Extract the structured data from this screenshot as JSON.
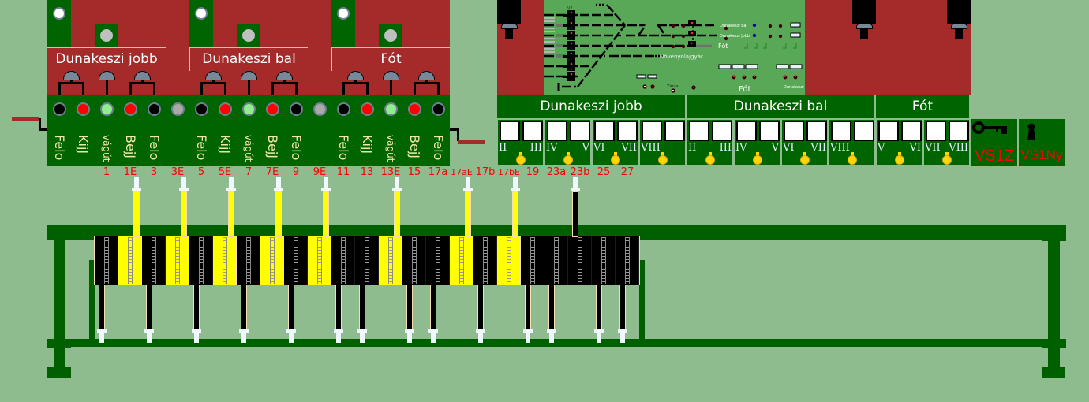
{
  "colors": {
    "background": "#8fbc8f",
    "panel_red": "#a52a2a",
    "panel_green": "#006400",
    "diagram_green": "#58a858",
    "lamp_off": "#000000",
    "lamp_red": "#ff0000",
    "lamp_green": "#90ee90",
    "lamp_gray": "#a9a9a9",
    "lamp_white": "#ffffff",
    "lamp_lightgray": "#c0c0c0",
    "lever_yellow": "#ffff00",
    "lever_black": "#000000",
    "number_text": "#ff0000",
    "knob": "#ffd700",
    "key_label": "#ff0000"
  },
  "left_panel": {
    "sections": [
      {
        "name": "Dunakeszi jobb",
        "lamps": [
          "lamp_white",
          "lamp_lightgray"
        ]
      },
      {
        "name": "Dunakeszi bal",
        "lamps": [
          "lamp_white",
          "lamp_lightgray"
        ]
      },
      {
        "name": "Fót",
        "lamps": [
          "lamp_white",
          "lamp_lightgray"
        ]
      }
    ],
    "indicators": [
      {
        "label": "Felo",
        "state": "lamp_off"
      },
      {
        "label": "KijJ",
        "state": "lamp_red"
      },
      {
        "label": "vágút",
        "state": "lamp_green",
        "small": true
      },
      {
        "label": "BejJ",
        "state": "lamp_red"
      },
      {
        "label": "Felo",
        "state": "lamp_off"
      },
      {
        "label": "",
        "state": "lamp_gray"
      },
      {
        "label": "Felo",
        "state": "lamp_off"
      },
      {
        "label": "KijJ",
        "state": "lamp_red"
      },
      {
        "label": "vágút",
        "state": "lamp_green",
        "small": true
      },
      {
        "label": "BejJ",
        "state": "lamp_red"
      },
      {
        "label": "Felo",
        "state": "lamp_off"
      },
      {
        "label": "",
        "state": "lamp_gray"
      },
      {
        "label": "Felo",
        "state": "lamp_off"
      },
      {
        "label": "KijJ",
        "state": "lamp_red"
      },
      {
        "label": "vágút",
        "state": "lamp_green",
        "small": true
      },
      {
        "label": "BejJ",
        "state": "lamp_red"
      },
      {
        "label": "Felo",
        "state": "lamp_off"
      }
    ]
  },
  "lever_frame": {
    "levers": [
      {
        "number": "1",
        "bar": "lever_black",
        "position": "down"
      },
      {
        "number": "1E",
        "bar": "lever_yellow",
        "position": "up"
      },
      {
        "number": "3",
        "bar": "lever_black",
        "position": "down"
      },
      {
        "number": "3E",
        "bar": "lever_yellow",
        "position": "up"
      },
      {
        "number": "5",
        "bar": "lever_black",
        "position": "down"
      },
      {
        "number": "5E",
        "bar": "lever_yellow",
        "position": "up"
      },
      {
        "number": "7",
        "bar": "lever_black",
        "position": "down"
      },
      {
        "number": "7E",
        "bar": "lever_yellow",
        "position": "up"
      },
      {
        "number": "9",
        "bar": "lever_black",
        "position": "down"
      },
      {
        "number": "9E",
        "bar": "lever_yellow",
        "position": "up"
      },
      {
        "number": "11",
        "bar": "lever_black",
        "position": "down"
      },
      {
        "number": "13",
        "bar": "lever_black",
        "position": "down"
      },
      {
        "number": "13E",
        "bar": "lever_yellow",
        "position": "up"
      },
      {
        "number": "15",
        "bar": "lever_black",
        "position": "down"
      },
      {
        "number": "17a",
        "bar": "lever_black",
        "position": "down"
      },
      {
        "number": "17aE",
        "bar": "lever_yellow",
        "position": "up"
      },
      {
        "number": "17b",
        "bar": "lever_black",
        "position": "down"
      },
      {
        "number": "17bE",
        "bar": "lever_yellow",
        "position": "up"
      },
      {
        "number": "19",
        "bar": "lever_black",
        "position": "down"
      },
      {
        "number": "23a",
        "bar": "lever_black",
        "position": "down"
      },
      {
        "number": "23b",
        "bar": "lever_black",
        "position": "up"
      },
      {
        "number": "25",
        "bar": "lever_black",
        "position": "down"
      },
      {
        "number": "27",
        "bar": "lever_black",
        "position": "down"
      }
    ]
  },
  "control_panel": {
    "track_diagram": {
      "tracks": [
        {
          "signal": "V2"
        },
        {
          "signal": "V3"
        },
        {
          "signal": "V4"
        },
        {
          "signal": "V5"
        },
        {
          "signal": "V6"
        },
        {
          "signal": "V7"
        },
        {
          "signal": "V8"
        }
      ],
      "labels": {
        "dunakeszi_bal": "Dunakeszi bal",
        "dunakeszi_jobb": "Dunakeszi jobb",
        "fot_track": "Fót",
        "novenyolajgyar": "Növényolajgyár",
        "fot_large": "Fót",
        "dunakeszi": "Dunakeszi",
        "zarva": "Zárva"
      }
    },
    "sections": [
      {
        "name": "Dunakeszi jobb",
        "groups": [
          {
            "left": "II",
            "right": "III"
          },
          {
            "left": "IV",
            "right": "V"
          },
          {
            "left": "VI",
            "right": "VII"
          },
          {
            "left": "VIII",
            "right": ""
          }
        ]
      },
      {
        "name": "Dunakeszi bal",
        "groups": [
          {
            "left": "II",
            "right": "III"
          },
          {
            "left": "IV",
            "right": "V"
          },
          {
            "left": "VI",
            "right": "VII"
          },
          {
            "left": "VIII",
            "right": ""
          }
        ]
      },
      {
        "name": "Fót",
        "groups": [
          {
            "left": "V",
            "right": "VI"
          },
          {
            "left": "VII",
            "right": "VIII"
          }
        ]
      }
    ],
    "keys": [
      {
        "label": "VS1Z",
        "icon": "key-icon"
      },
      {
        "label": "VS1Ny",
        "icon": "keyhole-icon"
      }
    ]
  }
}
